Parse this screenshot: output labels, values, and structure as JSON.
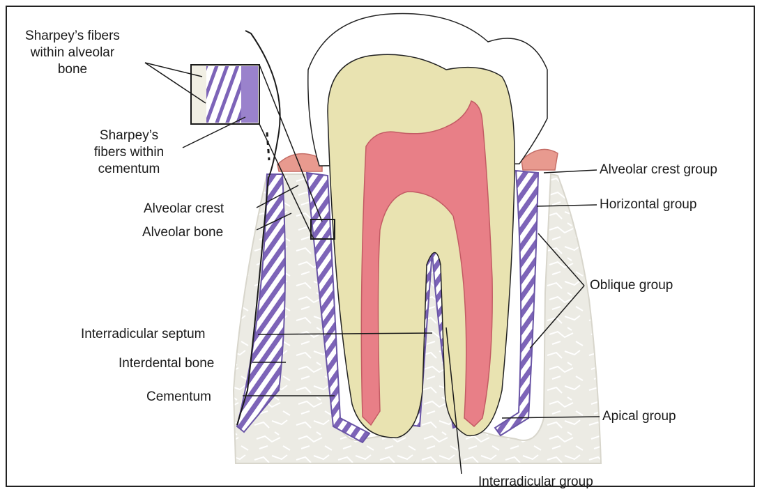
{
  "colors": {
    "enamel": "#ffffff",
    "dentin": "#e9e3b1",
    "pulp": "#e87f87",
    "ligament": "#8a72c0",
    "bone": "#ecebe4",
    "gingiva": "#e89a8f",
    "line": "#1a1a1a"
  },
  "labels": {
    "sharpey_bone": [
      "Sharpey’s fibers",
      "within alveolar",
      "bone"
    ],
    "sharpey_cementum": [
      "Sharpey’s",
      "fibers within",
      "cementum"
    ],
    "alveolar_crest": "Alveolar crest",
    "alveolar_bone": "Alveolar bone",
    "interradicular_septum": "Interradicular septum",
    "interdental_bone": "Interdental bone",
    "cementum": "Cementum",
    "alveolar_crest_group": "Alveolar crest group",
    "horizontal_group": "Horizontal group",
    "oblique_group": "Oblique group",
    "apical_group": "Apical group",
    "interradicular_group": "Interradicular group"
  },
  "icons": {
    "inset": "magnified-fiber-inset",
    "tooth": "molar-tooth-illustration"
  }
}
